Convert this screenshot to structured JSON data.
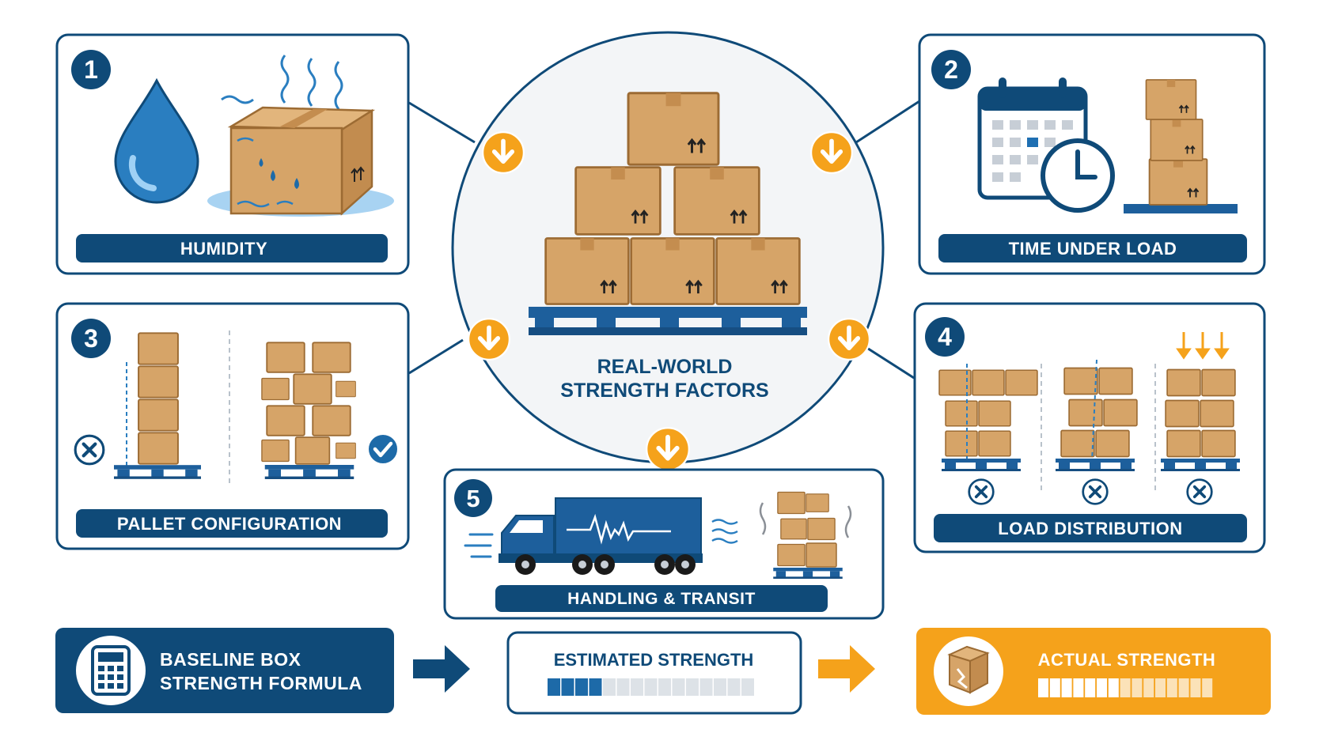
{
  "center": {
    "title_line1": "REAL-WORLD",
    "title_line2": "STRENGTH FACTORS"
  },
  "factors": [
    {
      "number": "1",
      "label": "HUMIDITY"
    },
    {
      "number": "2",
      "label": "TIME UNDER LOAD"
    },
    {
      "number": "3",
      "label": "PALLET CONFIGURATION"
    },
    {
      "number": "4",
      "label": "LOAD DISTRIBUTION"
    },
    {
      "number": "5",
      "label": "HANDLING & TRANSIT"
    }
  ],
  "flow": {
    "baseline_line1": "BASELINE BOX",
    "baseline_line2": "STRENGTH FORMULA",
    "estimated_label": "ESTIMATED STRENGTH",
    "actual_label": "ACTUAL STRENGTH",
    "estimated_fill_segments": 4,
    "actual_fill_segments": 7,
    "bar_total_segments": 15
  },
  "colors": {
    "navy": "#0f4a78",
    "accent": "#f5a21b",
    "cardboard": "#d9a86b",
    "water": "#2a7ec0"
  },
  "icons": [
    "water-drop-icon",
    "calendar-icon",
    "clock-icon",
    "cross-icon",
    "check-icon",
    "truck-icon",
    "calculator-icon",
    "arrow-right-icon",
    "arrow-down-icon",
    "damaged-box-icon"
  ]
}
